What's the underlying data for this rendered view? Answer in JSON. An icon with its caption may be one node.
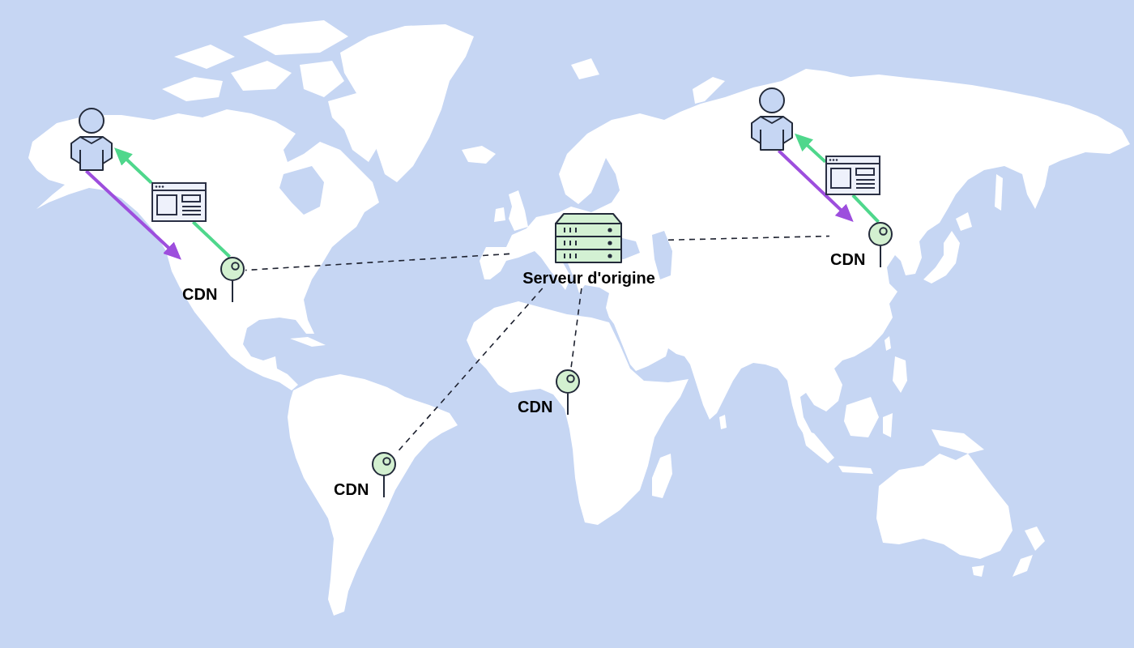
{
  "diagram": {
    "nodes": [
      {
        "text": [],
        "shape": "person"
      },
      {
        "text": [],
        "shape": "picture"
      },
      {
        "text": [
          "CDN"
        ]
      },
      {
        "text": [
          "Serveur d'origine"
        ]
      },
      {
        "text": [],
        "shape": "person"
      },
      {
        "text": [],
        "shape": "picture"
      },
      {
        "text": [
          "CDN"
        ]
      },
      {
        "text": [
          "CDN"
        ]
      },
      {
        "text": [
          "CDN"
        ]
      }
    ],
    "edges": [
      {
        "from": 0,
        "to": 2,
        "arrow": "to",
        "color": "#9d4edd"
      },
      {
        "from": 2,
        "to": 1,
        "arrow": "none",
        "color": "#4fd78c"
      },
      {
        "from": 1,
        "to": 0,
        "arrow": "to",
        "color": "#4fd78c"
      },
      {
        "from": 3,
        "to": 2,
        "arrow": "none",
        "style": "dashed",
        "color": "#1e2230"
      },
      {
        "from": 3,
        "to": 6,
        "arrow": "none",
        "style": "dashed",
        "color": "#1e2230"
      },
      {
        "from": 4,
        "to": 6,
        "arrow": "to",
        "color": "#9d4edd"
      },
      {
        "from": 6,
        "to": 5,
        "arrow": "none",
        "color": "#4fd78c"
      },
      {
        "from": 5,
        "to": 4,
        "arrow": "to",
        "color": "#4fd78c"
      },
      {
        "from": 3,
        "to": 7,
        "arrow": "none",
        "style": "dashed",
        "color": "#1e2230"
      },
      {
        "from": 3,
        "to": 8,
        "arrow": "none",
        "style": "dashed",
        "color": "#1e2230"
      }
    ]
  }
}
